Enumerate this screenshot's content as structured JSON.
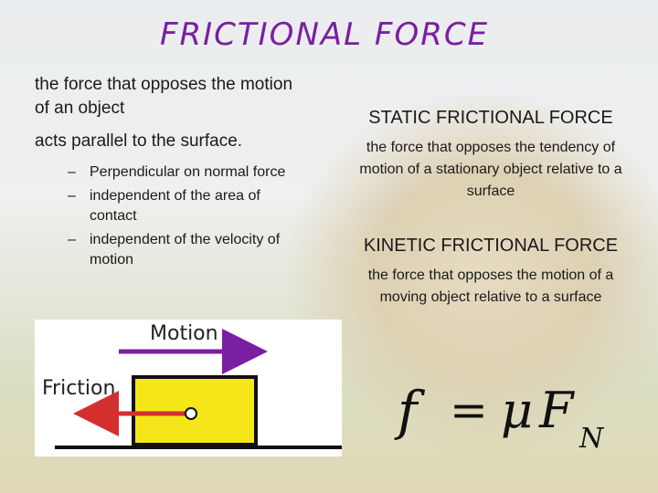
{
  "title": "FRICTIONAL FORCE",
  "definition": {
    "line1": "the force that opposes the motion of an object",
    "line2": "acts parallel to the surface.",
    "bullets": [
      "Perpendicular on normal force",
      "independent of the area of contact",
      "independent of the velocity of motion"
    ]
  },
  "static": {
    "heading": "STATIC FRICTIONAL FORCE",
    "text": "the force that opposes the tendency of motion of a stationary object relative to a surface"
  },
  "kinetic": {
    "heading": "KINETIC FRICTIONAL FORCE",
    "text": "the force that opposes the motion of a moving object relative to a surface"
  },
  "diagram": {
    "motion_label": "Motion",
    "friction_label": "Friction",
    "motion_color": "#7b1fa2",
    "friction_color": "#d32f2f",
    "block_color": "#f5e61a"
  },
  "formula": {
    "f": "f",
    "eq": "=",
    "mu": "μ",
    "F": "F",
    "sub": "N"
  }
}
